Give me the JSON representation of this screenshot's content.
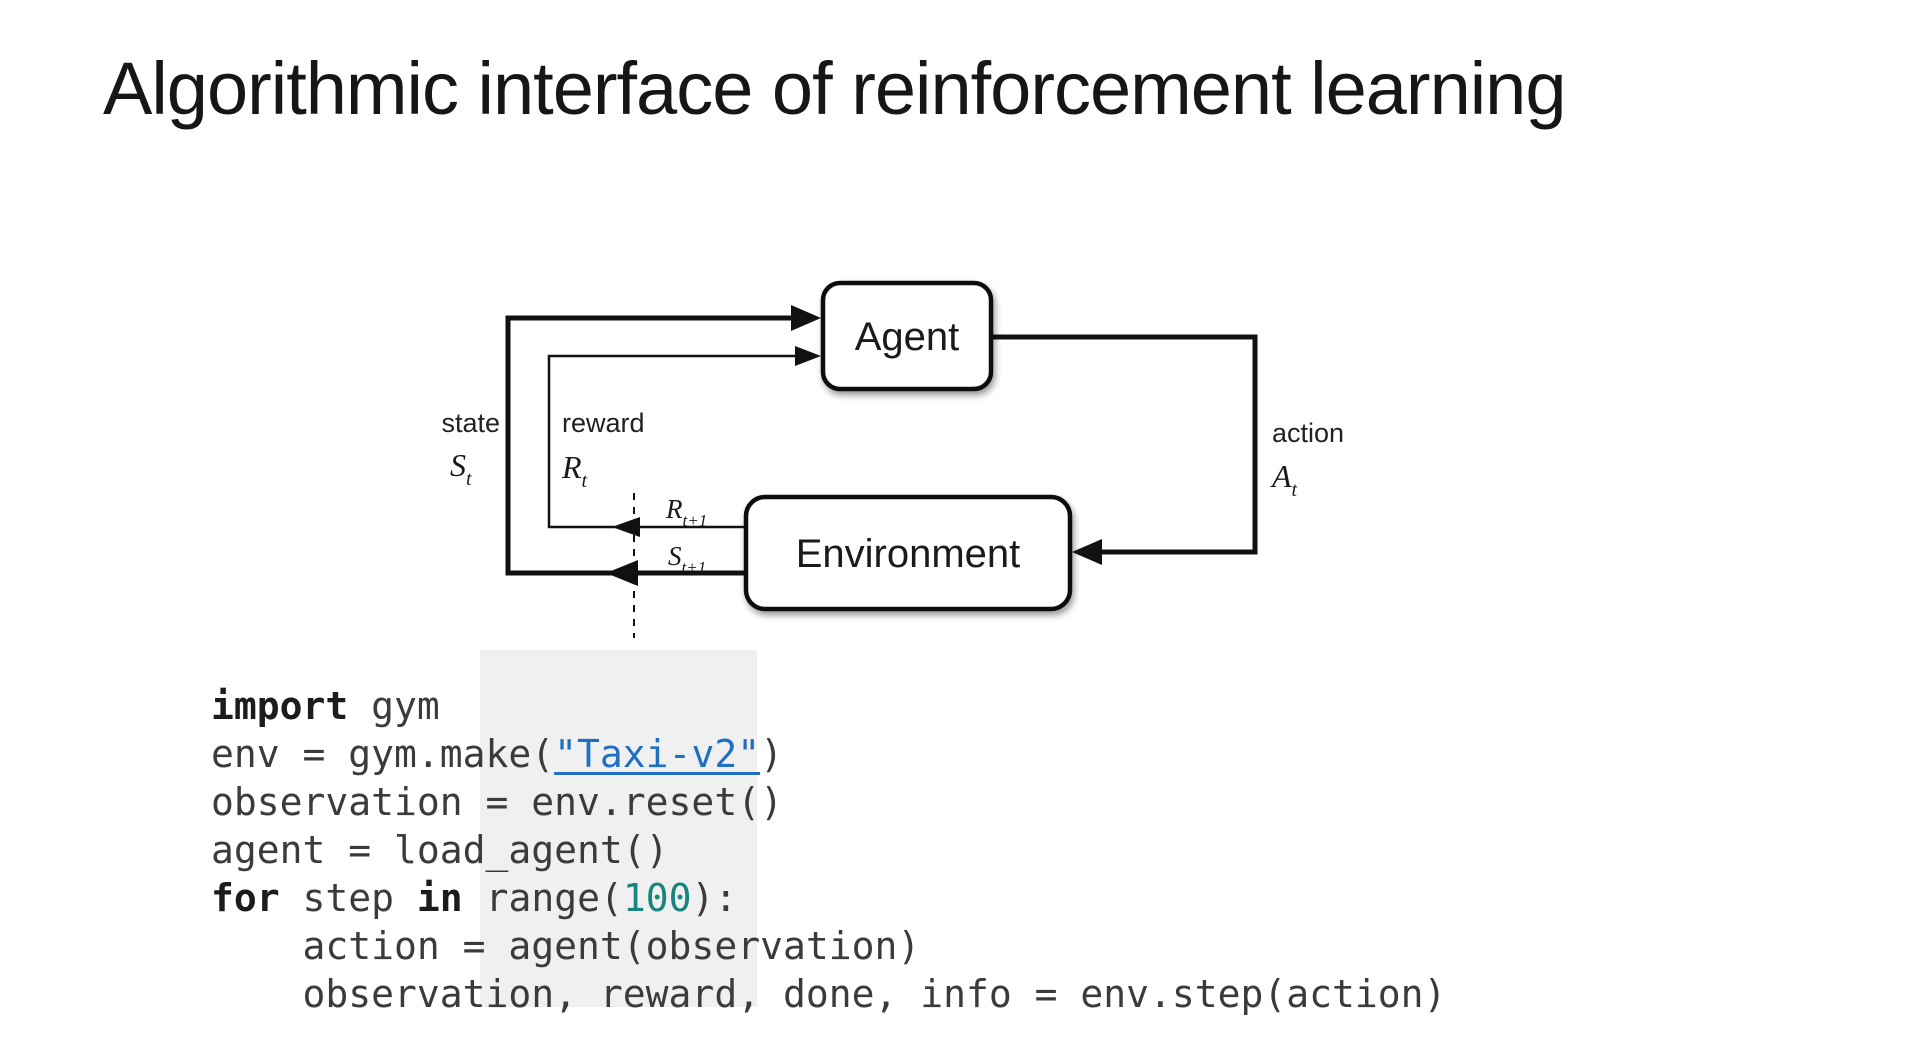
{
  "slide": {
    "title": "Algorithmic interface of reinforcement learning"
  },
  "colors": {
    "ink": "#161616",
    "line": "#111111",
    "code": "#3b3b3b",
    "kw": "#1c1c1c",
    "link": "#1f6fc4",
    "num": "#18857c",
    "backdrop": "#f0f0f0"
  },
  "diagram": {
    "agent_label": "Agent",
    "environment_label": "Environment",
    "state_label": "state",
    "state_symbol": "S",
    "state_sub": "t",
    "reward_label": "reward",
    "reward_symbol": "R",
    "reward_sub": "t",
    "action_label": "action",
    "action_symbol": "A",
    "action_sub": "t",
    "next_reward_symbol": "R",
    "next_reward_sub": "t+1",
    "next_state_symbol": "S",
    "next_state_sub": "t+1"
  },
  "code": {
    "lines": [
      [
        {
          "t": "import",
          "s": "kw"
        },
        {
          "t": " gym",
          "s": "p"
        }
      ],
      [
        {
          "t": "env = gym.make(",
          "s": "p"
        },
        {
          "t": "\"Taxi-v2\"",
          "s": "str"
        },
        {
          "t": ")",
          "s": "p"
        }
      ],
      [
        {
          "t": "observation = env.reset()",
          "s": "p"
        }
      ],
      [
        {
          "t": "agent = load_agent()",
          "s": "p"
        }
      ],
      [
        {
          "t": "for",
          "s": "kw"
        },
        {
          "t": " step ",
          "s": "p"
        },
        {
          "t": "in",
          "s": "kw"
        },
        {
          "t": " range(",
          "s": "p"
        },
        {
          "t": "100",
          "s": "num"
        },
        {
          "t": "):",
          "s": "p"
        }
      ],
      [
        {
          "t": "    action = agent(observation)",
          "s": "p"
        }
      ],
      [
        {
          "t": "    observation, reward, done, info = env.step(action)",
          "s": "p"
        }
      ]
    ]
  }
}
